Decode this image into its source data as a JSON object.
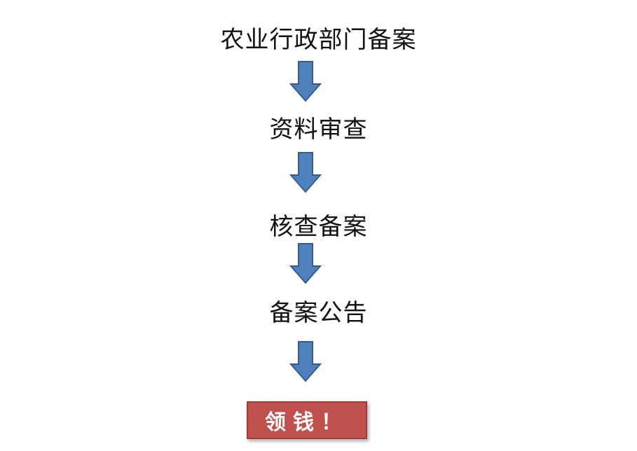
{
  "flowchart": {
    "steps": [
      {
        "label": "农业行政部门备案"
      },
      {
        "label": "资料审查"
      },
      {
        "label": "核查备案"
      },
      {
        "label": "备案公告"
      }
    ],
    "final": {
      "label": "领钱！"
    }
  },
  "colors": {
    "arrow_fill": "#4f81bd",
    "arrow_stroke": "#385d8a",
    "final_fill": "#c0504d",
    "text": "#111111"
  },
  "icons": {
    "arrow": "arrow-down-icon"
  }
}
